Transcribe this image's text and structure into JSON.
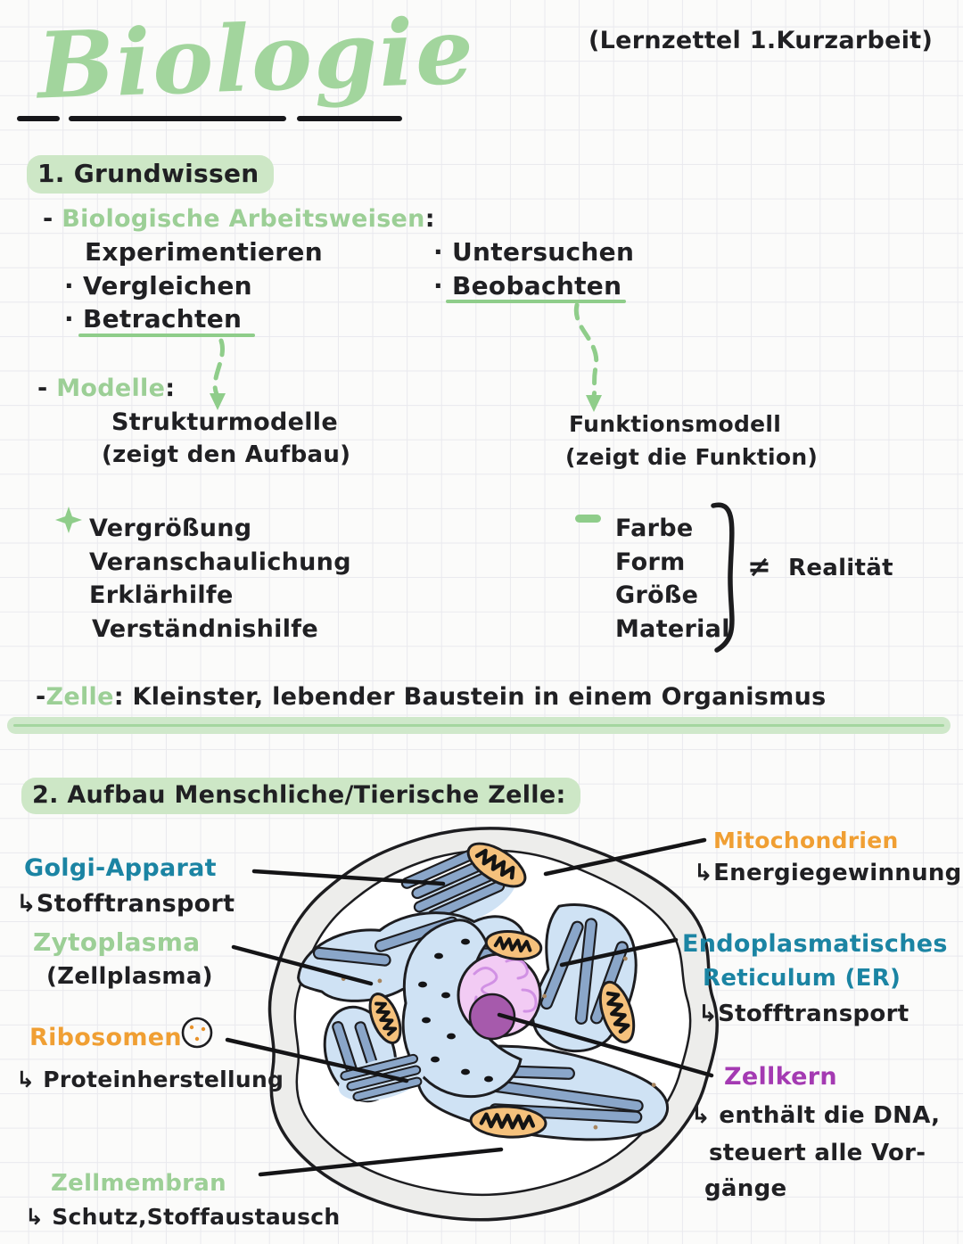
{
  "page": {
    "title": "Biologie",
    "header_note": "(Lernzettel 1.Kurzarbeit)"
  },
  "section1": {
    "heading": "1. Grundwissen",
    "arbeitsweisen": {
      "dash": "-",
      "label": "Biologische Arbeitsweisen",
      "colon": ":",
      "col1": [
        "Experimentieren",
        "· Vergleichen",
        "· Betrachten"
      ],
      "col2": [
        "· Untersuchen",
        "· Beobachten"
      ]
    },
    "modelle": {
      "dash": "-",
      "label": "Modelle",
      "colon": ":",
      "struktur": {
        "title": "Strukturmodelle",
        "subtitle": "(zeigt den Aufbau)"
      },
      "funktion": {
        "title": "Funktionsmodell",
        "subtitle": "(zeigt die Funktion)"
      },
      "pros": [
        "Vergrößung",
        "Veranschaulichung",
        "Erklärhilfe",
        "Verständnishilfe"
      ],
      "cons": [
        "Farbe",
        "Form",
        "Größe",
        "Material"
      ],
      "cons_note": {
        "symbol": "≠",
        "text": "Realität"
      },
      "icons": {
        "pros_icon": "four-point-star",
        "cons_icon": "minus-dash"
      }
    },
    "zelle": {
      "dash": "-",
      "term": "Zelle",
      "colon": ":",
      "definition": "Kleinster, lebender Baustein in einem Organismus"
    }
  },
  "section2": {
    "heading": "2. Aufbau Menschliche/Tierische Zelle:",
    "labels": {
      "golgi": {
        "name": "Golgi-Apparat",
        "function": "↳Stofftransport"
      },
      "zytoplasma": {
        "name": "Zytoplasma",
        "alt": "(Zellplasma)"
      },
      "ribosomen": {
        "name": "Ribosomen",
        "function": "↳ Proteinherstellung"
      },
      "zellmembran": {
        "name": "Zellmembran",
        "function": "↳ Schutz,Stoffaustausch"
      },
      "mitochondrien": {
        "name": "Mitochondrien",
        "function": "↳Energiegewinnung"
      },
      "er": {
        "name_line1": "Endoplasmatisches",
        "name_line2": "Reticulum (ER)",
        "function": "↳Stofftransport"
      },
      "zellkern": {
        "name": "Zellkern",
        "function_line1": "↳ enthält die DNA,",
        "function_line2": "steuert alle Vor-",
        "function_line3": "gänge"
      }
    }
  },
  "colors": {
    "ink": "#202023",
    "title_green": "#a2d59d",
    "label_green": "#9ccf96",
    "highlight_green": "#cde7c6",
    "arrow_green": "#8fcd8a",
    "teal": "#1b84a3",
    "orange": "#f09f33",
    "purple": "#a43ab2",
    "mitochondria_fill": "#f5c17c",
    "er_light_blue": "#cfe2f4",
    "er_slate_blue": "#8aa6c9",
    "nucleus_fill": "#f2cbf4",
    "nucleolus_fill": "#a65aac",
    "membrane_rim": "#ededeb"
  }
}
